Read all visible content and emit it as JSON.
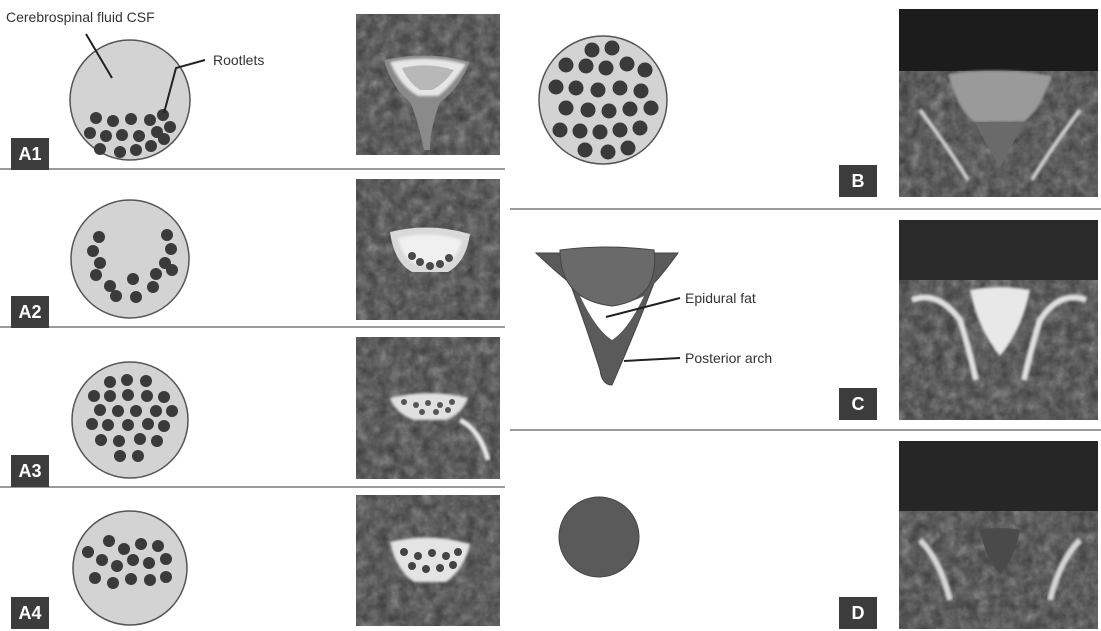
{
  "labels": {
    "csf": "Cerebrospinal fluid CSF",
    "rootlets": "Rootlets",
    "epidural_fat": "Epidural fat",
    "posterior_arch": "Posterior arch"
  },
  "panels": {
    "a1": "A1",
    "a2": "A2",
    "a3": "A3",
    "a4": "A4",
    "b": "B",
    "c": "C",
    "d": "D"
  },
  "colors": {
    "csf_fill": "#d3d3d3",
    "rootlet": "#3a3a3a",
    "outline": "#555555",
    "badge": "#3c3c3c",
    "divider": "#9a9a9a",
    "fat_white": "#ffffff",
    "mri_dark": "#2d2d2d"
  }
}
